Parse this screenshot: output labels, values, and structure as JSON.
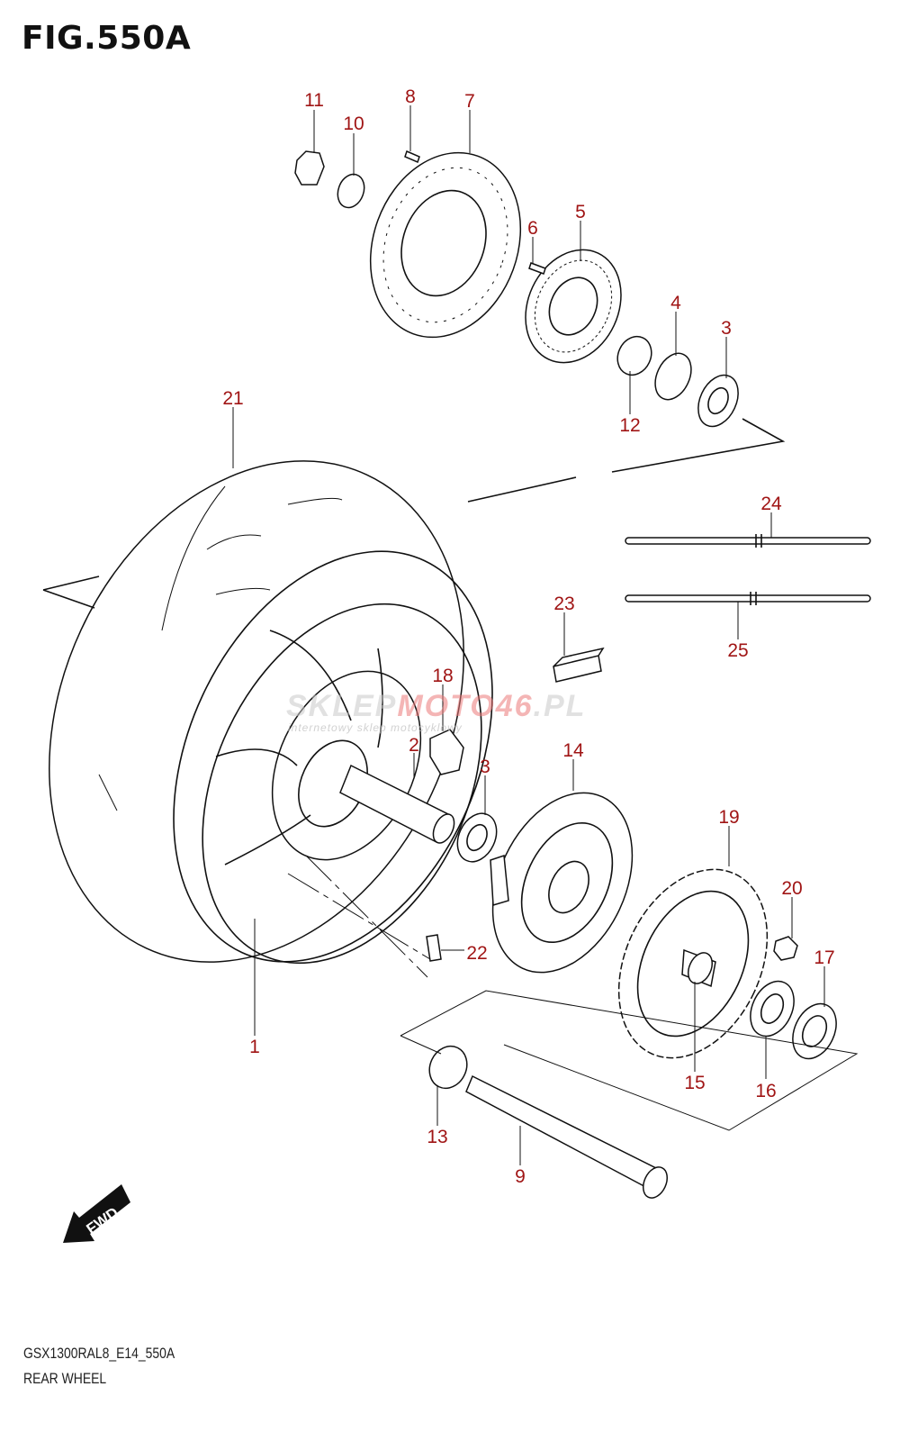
{
  "figure": {
    "title": "FIG.550A",
    "model_code": "GSX1300RAL8_E14_550A",
    "name": "REAR WHEEL"
  },
  "watermark": {
    "text_gray": "SKLEP",
    "text_red": "MOTO46",
    "text_suffix": ".PL",
    "subtitle": "internetowy sklep motocyklowy"
  },
  "direction_badge": "FWD",
  "callouts": [
    "11",
    "10",
    "8",
    "7",
    "6",
    "5",
    "4",
    "3",
    "12",
    "21",
    "24",
    "25",
    "23",
    "18",
    "2",
    "3",
    "14",
    "19",
    "20",
    "17",
    "22",
    "1",
    "15",
    "16",
    "13",
    "9"
  ],
  "colors": {
    "callout": "#a01515",
    "line": "#111111"
  }
}
